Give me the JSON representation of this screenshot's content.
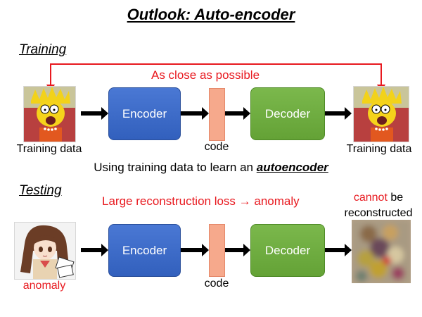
{
  "title": "Outlook: Auto-encoder",
  "training": {
    "heading": "Training",
    "feedback_label": "As close as possible",
    "input_label": "Training data",
    "encoder_label": "Encoder",
    "code_label": "code",
    "decoder_label": "Decoder",
    "output_label": "Training data",
    "caption_prefix": "Using training data to learn an ",
    "caption_emphasis": "autoencoder"
  },
  "testing": {
    "heading": "Testing",
    "loss_label": "Large reconstruction loss → anomaly",
    "input_label": "anomaly",
    "encoder_label": "Encoder",
    "code_label": "code",
    "decoder_label": "Decoder",
    "output_note_red": "cannot",
    "output_note_rest": " be",
    "output_note_line2": "reconstructed"
  },
  "colors": {
    "accent_red": "#e8191f",
    "encoder_blue": "#4472c4",
    "decoder_green": "#70ad47",
    "code_orange": "#f6a98c"
  }
}
